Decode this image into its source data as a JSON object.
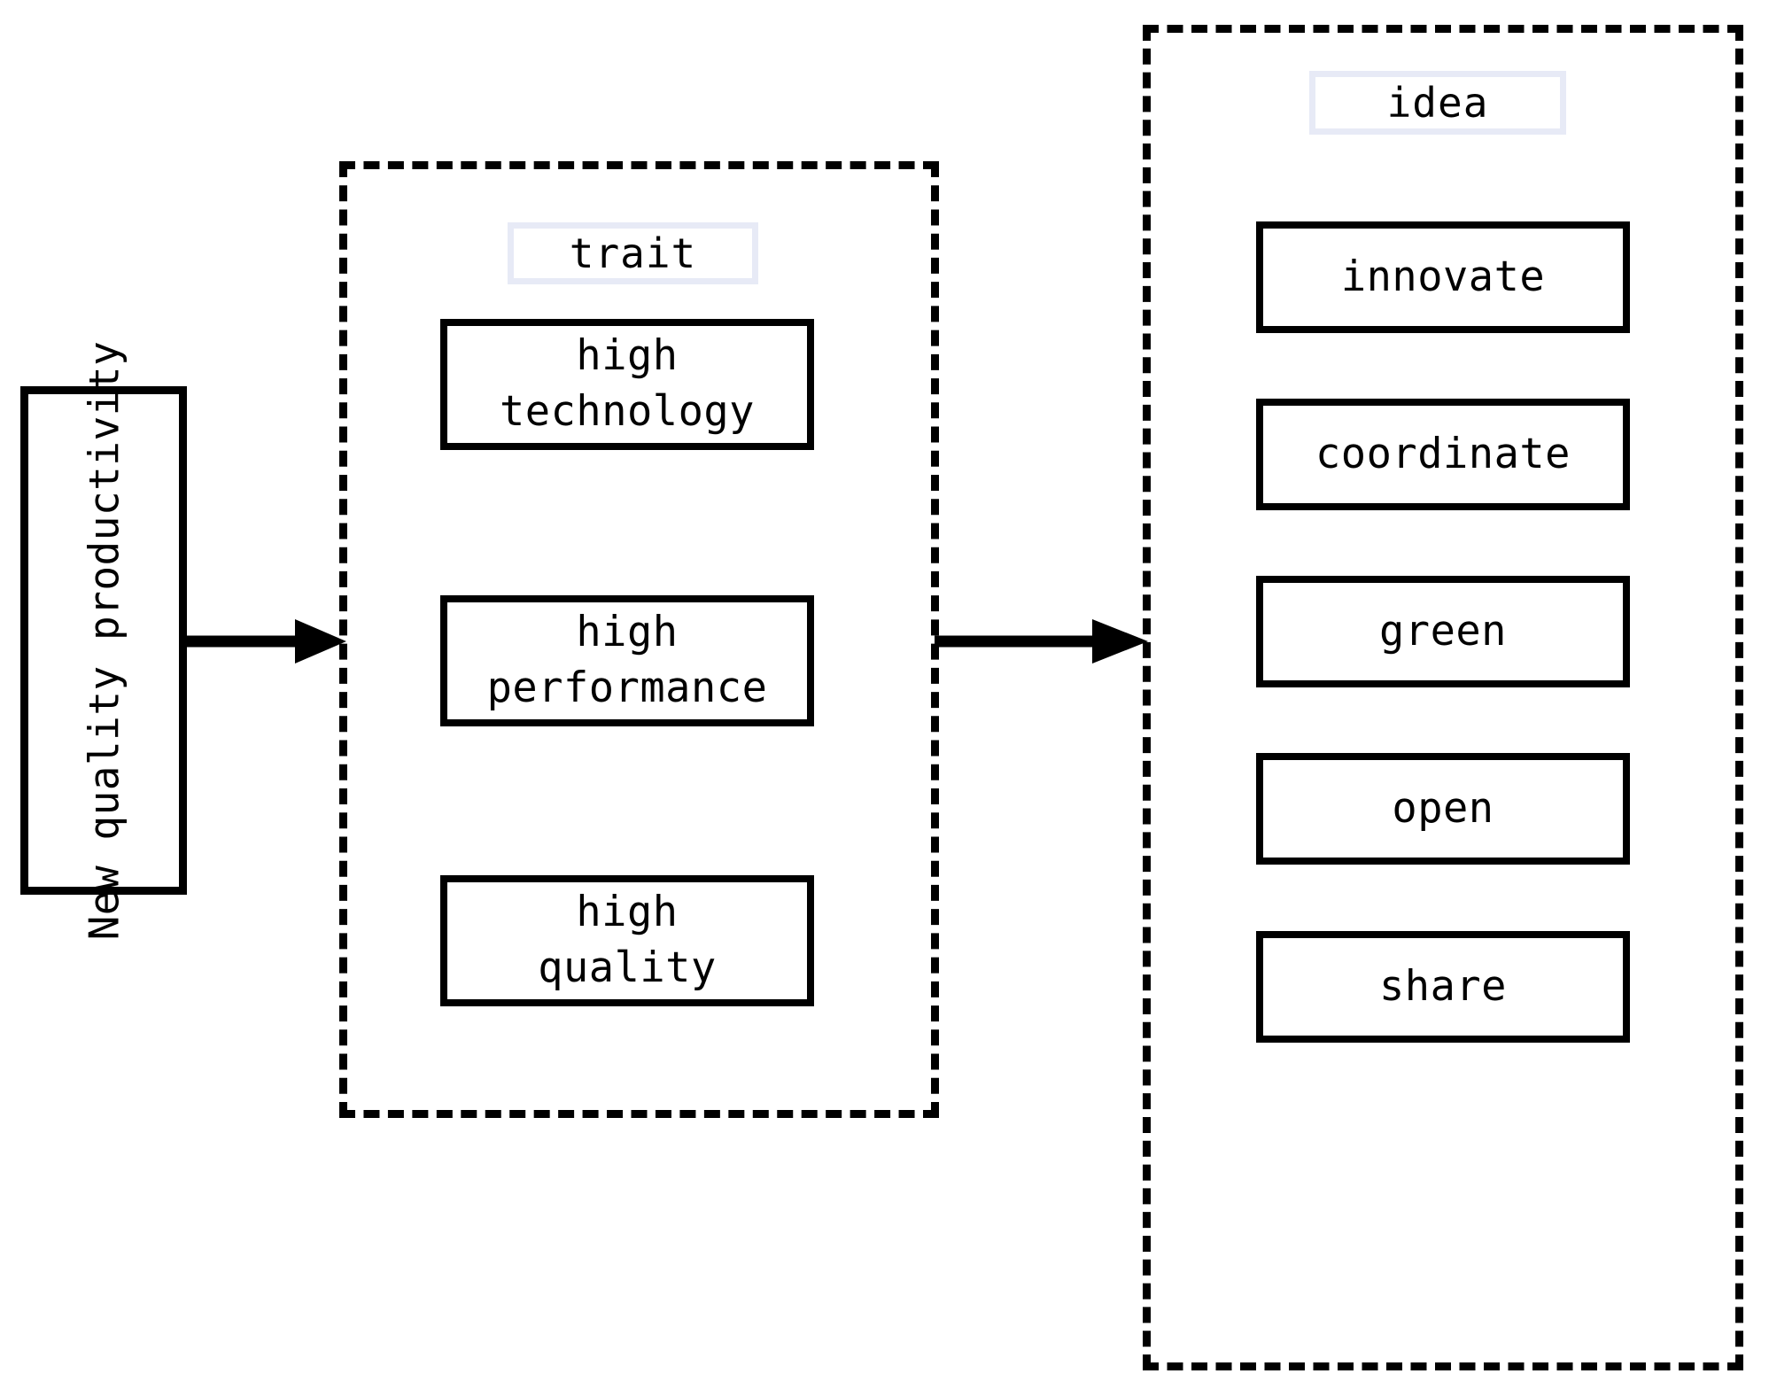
{
  "diagram": {
    "title": "New quality productivity traits and ideas",
    "colors": {
      "stroke": "#000000",
      "label_border": "#e7eaf6",
      "background": "#ffffff"
    },
    "source": {
      "label": "New quality\nproductivity",
      "orientation": "vertical-bottom-to-top"
    },
    "arrows": [
      {
        "name": "arrow-source-to-trait",
        "from": "New quality productivity",
        "to": "trait"
      },
      {
        "name": "arrow-trait-to-idea",
        "from": "trait",
        "to": "idea"
      }
    ],
    "groups": [
      {
        "id": "trait",
        "label": "trait",
        "items": [
          {
            "label": "high\ntechnology"
          },
          {
            "label": "high\nperformance"
          },
          {
            "label": "high\nquality"
          }
        ]
      },
      {
        "id": "idea",
        "label": "idea",
        "items": [
          {
            "label": "innovate"
          },
          {
            "label": "coordinate"
          },
          {
            "label": "green"
          },
          {
            "label": "open"
          },
          {
            "label": "share"
          }
        ]
      }
    ]
  }
}
